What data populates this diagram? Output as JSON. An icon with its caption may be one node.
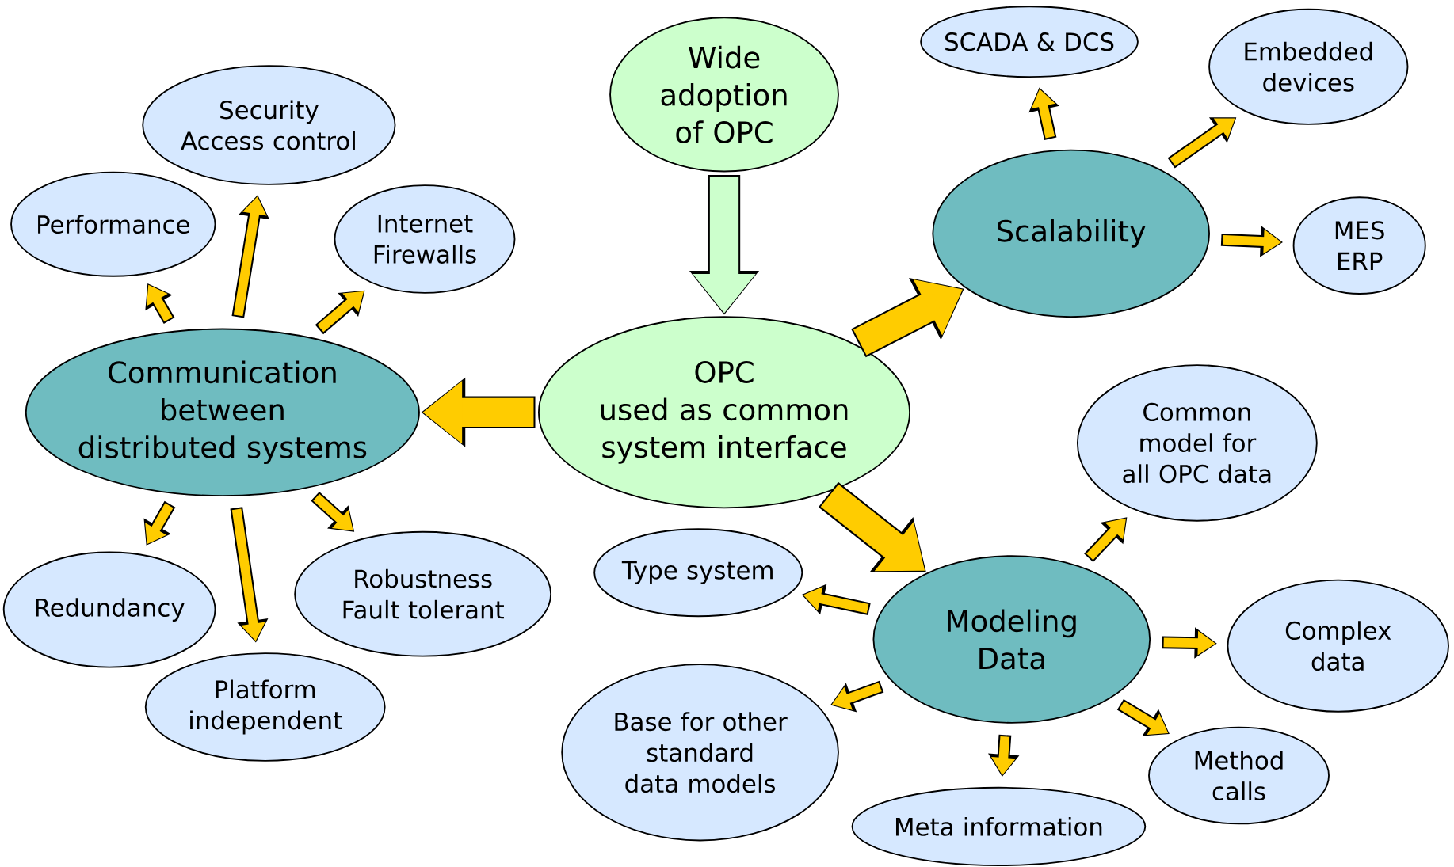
{
  "diagram": {
    "nodes": [
      {
        "text": [
          "Wide adoption of OPC"
        ]
      },
      {
        "text": [
          "OPC",
          "used as common system interface"
        ]
      },
      {
        "text": [
          "Communication between distributed systems"
        ]
      },
      {
        "text": [
          "Security Access control"
        ]
      },
      {
        "text": [
          "Performance"
        ]
      },
      {
        "text": [
          "Internet Firewalls"
        ]
      },
      {
        "text": [
          "Redundancy"
        ]
      },
      {
        "text": [
          "Platform independent"
        ]
      },
      {
        "text": [
          "Robustness Fault tolerant"
        ]
      },
      {
        "text": [
          "Scalability"
        ]
      },
      {
        "text": [
          "SCADA & DCS"
        ]
      },
      {
        "text": [
          "Embedded devices"
        ]
      },
      {
        "text": [
          "MES ERP"
        ]
      },
      {
        "text": [
          "Modeling Data"
        ]
      },
      {
        "text": [
          "Common model for all OPC data"
        ]
      },
      {
        "text": [
          "Type system"
        ]
      },
      {
        "text": [
          "Complex data"
        ]
      },
      {
        "text": [
          "Base for other standard data models"
        ]
      },
      {
        "text": [
          "Method calls"
        ]
      },
      {
        "text": [
          "Meta information"
        ]
      }
    ],
    "edges": [
      {
        "from": 0,
        "to": 1,
        "arrow": "to",
        "style": "thick",
        "color": "#ccffcc"
      },
      {
        "from": 1,
        "to": 2,
        "arrow": "to",
        "style": "thick"
      },
      {
        "from": 1,
        "to": 9,
        "arrow": "to",
        "style": "thick"
      },
      {
        "from": 1,
        "to": 13,
        "arrow": "to",
        "style": "thick"
      },
      {
        "from": 2,
        "to": 4,
        "arrow": "to"
      },
      {
        "from": 2,
        "to": 3,
        "arrow": "to"
      },
      {
        "from": 2,
        "to": 5,
        "arrow": "to"
      },
      {
        "from": 2,
        "to": 6,
        "arrow": "to"
      },
      {
        "from": 2,
        "to": 7,
        "arrow": "to"
      },
      {
        "from": 2,
        "to": 8,
        "arrow": "to"
      },
      {
        "from": 9,
        "to": 10,
        "arrow": "to"
      },
      {
        "from": 9,
        "to": 11,
        "arrow": "to"
      },
      {
        "from": 9,
        "to": 12,
        "arrow": "to"
      },
      {
        "from": 13,
        "to": 14,
        "arrow": "to"
      },
      {
        "from": 13,
        "to": 15,
        "arrow": "to"
      },
      {
        "from": 13,
        "to": 16,
        "arrow": "to"
      },
      {
        "from": 13,
        "to": 17,
        "arrow": "to"
      },
      {
        "from": 13,
        "to": 18,
        "arrow": "to"
      },
      {
        "from": 13,
        "to": 19,
        "arrow": "to"
      }
    ]
  }
}
